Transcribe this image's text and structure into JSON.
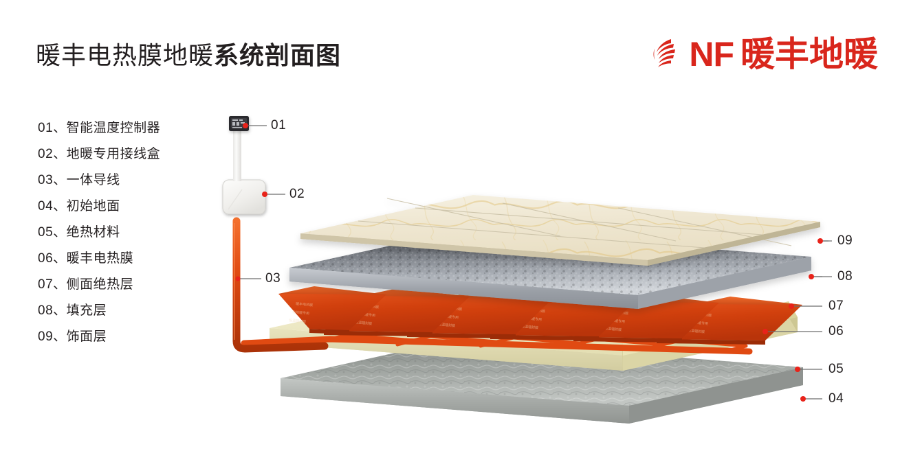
{
  "header": {
    "title_light": "暖丰电热膜地暖",
    "title_bold": "系统剖面图"
  },
  "logo": {
    "mark": "flame-swoosh-icon",
    "initials": "NF",
    "name": "暖丰地暖",
    "color": "#d9261c"
  },
  "legend": {
    "items": [
      {
        "num": "01",
        "sep": "、",
        "label": "智能温度控制器"
      },
      {
        "num": "02",
        "sep": "、",
        "label": "地暖专用接线盒"
      },
      {
        "num": "03",
        "sep": "、",
        "label": "一体导线"
      },
      {
        "num": "04",
        "sep": "、",
        "label": "初始地面"
      },
      {
        "num": "05",
        "sep": "、",
        "label": "绝热材料"
      },
      {
        "num": "06",
        "sep": "、",
        "label": "暖丰电热膜"
      },
      {
        "num": "07",
        "sep": "、",
        "label": "侧面绝热层"
      },
      {
        "num": "08",
        "sep": "、",
        "label": "填充层"
      },
      {
        "num": "09",
        "sep": "、",
        "label": "饰面层"
      }
    ]
  },
  "callouts": [
    {
      "id": "01",
      "label": "01"
    },
    {
      "id": "02",
      "label": "02"
    },
    {
      "id": "03",
      "label": "03"
    },
    {
      "id": "04",
      "label": "04"
    },
    {
      "id": "05",
      "label": "05"
    },
    {
      "id": "06",
      "label": "06"
    },
    {
      "id": "07",
      "label": "07"
    },
    {
      "id": "08",
      "label": "08"
    },
    {
      "id": "09",
      "label": "09"
    }
  ],
  "diagram": {
    "type": "exploded-layer-cross-section",
    "marker_color": "#e8231a",
    "leader_color": "#6e6e6e",
    "cable_color": "#e04a12",
    "layers": [
      {
        "id": "09",
        "name": "饰面层",
        "role": "finish-tile-layer",
        "color": "#efe6cf",
        "accent": "#e0b84f",
        "tiles": true
      },
      {
        "id": "08",
        "name": "填充层",
        "role": "fill-layer",
        "color": "#8d929b",
        "accent": "#d8dbe0"
      },
      {
        "id": "07",
        "name": "侧面绝热层",
        "role": "side-insulation-layer",
        "color": "#e7e3b6"
      },
      {
        "id": "06",
        "name": "暖丰电热膜",
        "role": "heating-film-layer",
        "color": "#d9400e",
        "strip_count": 6
      },
      {
        "id": "05",
        "name": "绝热材料",
        "role": "insulation-layer",
        "color": "#ece8c8"
      },
      {
        "id": "04",
        "name": "初始地面",
        "role": "base-floor-layer",
        "color": "#9b9e9c",
        "accent": "#c9ccca"
      }
    ],
    "components": [
      {
        "id": "01",
        "name": "智能温度控制器",
        "role": "thermostat-controller",
        "color": "#2b2b2e"
      },
      {
        "id": "02",
        "name": "地暖专用接线盒",
        "role": "junction-box",
        "color": "#f2f1ee"
      },
      {
        "id": "03",
        "name": "一体导线",
        "role": "power-cable",
        "color": "#e04a12"
      }
    ]
  }
}
